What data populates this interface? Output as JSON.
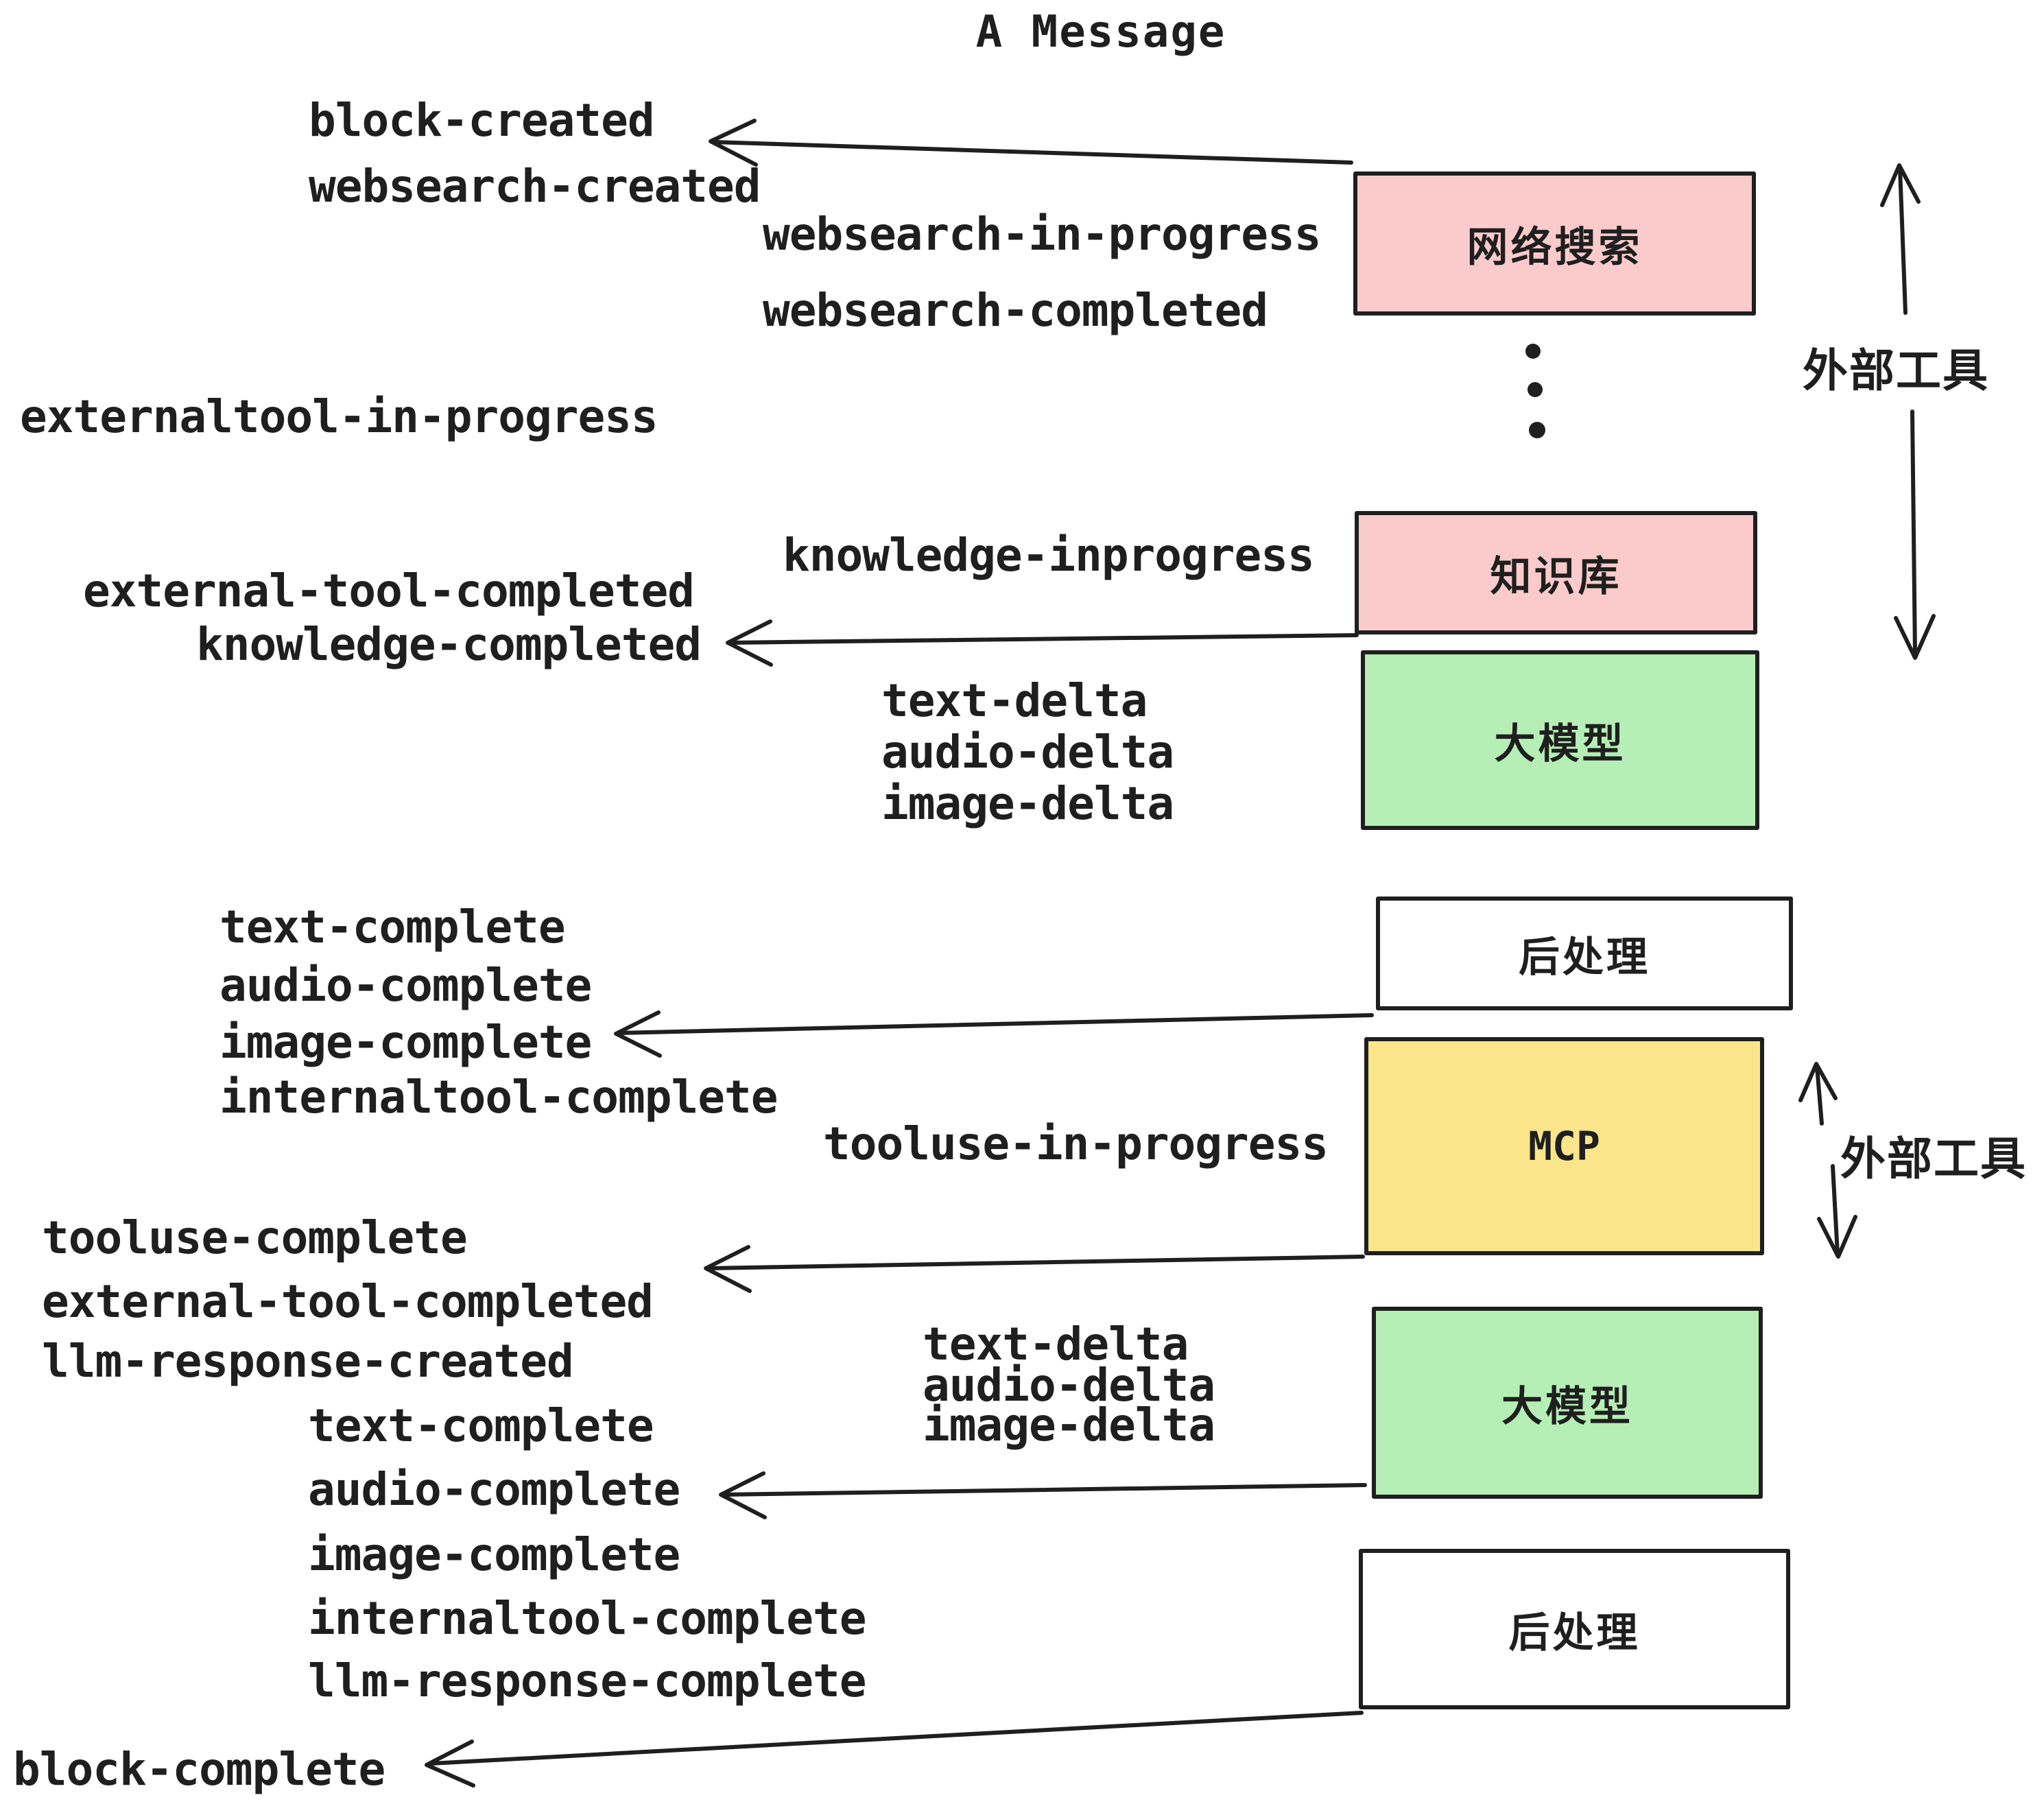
{
  "title": "A Message",
  "boxes": {
    "websearch": {
      "label": "网络搜索"
    },
    "knowledge": {
      "label": "知识库"
    },
    "llm_top": {
      "label": "大模型"
    },
    "post_top": {
      "label": "后处理"
    },
    "mcp": {
      "label": "MCP"
    },
    "llm_bottom": {
      "label": "大模型"
    },
    "post_bottom": {
      "label": "后处理"
    }
  },
  "side_labels": {
    "external_tools_top": "外部工具",
    "external_tools_middle": "外部工具"
  },
  "events": {
    "block_created": "block-created",
    "websearch_created": "websearch-created",
    "websearch_in_progress": "websearch-in-progress",
    "websearch_completed": "websearch-completed",
    "externaltool_in_progress": "externaltool-in-progress",
    "knowledge_inprogress": "knowledge-inprogress",
    "external_tool_completed_1": "external-tool-completed",
    "knowledge_completed": "knowledge-completed",
    "text_delta_1": "text-delta",
    "audio_delta_1": "audio-delta",
    "image_delta_1": "image-delta",
    "text_complete_1": "text-complete",
    "audio_complete_1": "audio-complete",
    "image_complete_1": "image-complete",
    "internaltool_complete_1": "internaltool-complete",
    "tooluse_in_progress": "tooluse-in-progress",
    "tooluse_complete": "tooluse-complete",
    "external_tool_completed_2": "external-tool-completed",
    "llm_response_created": "llm-response-created",
    "text_complete_2": "text-complete",
    "audio_complete_2": "audio-complete",
    "image_complete_2": "image-complete",
    "internaltool_complete_2": "internaltool-complete",
    "llm_response_complete": "llm-response-complete",
    "block_complete": "block-complete",
    "text_delta_2": "text-delta",
    "audio_delta_2": "audio-delta",
    "image_delta_2": "image-delta"
  },
  "colors": {
    "pink": "#FBCBCB",
    "green": "#B5EFB5",
    "yellow": "#FAE58B",
    "white": "#FFFFFF",
    "ink": "#1F1F1F",
    "bg": "#FFFFFF"
  }
}
